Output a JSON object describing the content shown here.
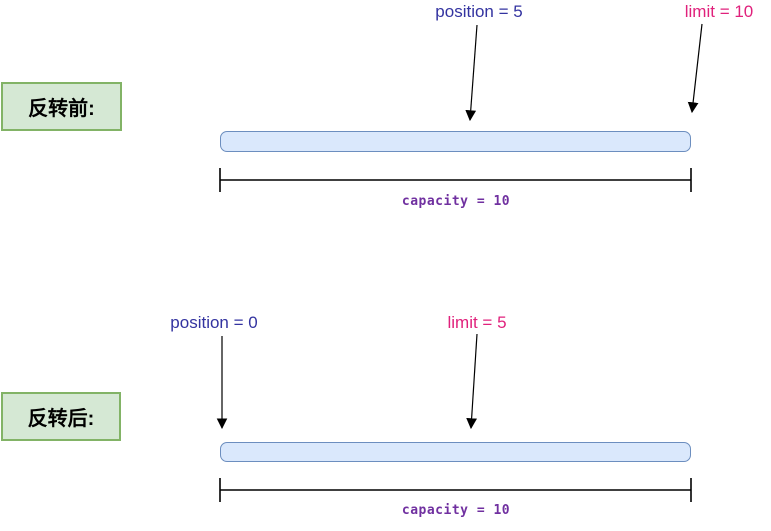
{
  "colors": {
    "background": "#FFFFFF",
    "position_label": "#3333A0",
    "limit_label": "#E0217C",
    "capacity_label": "#7030A0",
    "bar_fill": "#DAE8FC",
    "bar_border": "#6C8EBF",
    "box_fill": "#D5E8D4",
    "box_border": "#82B366",
    "arrow": "#000000"
  },
  "before": {
    "section_label": "反转前:",
    "position_label": "position = 5",
    "limit_label": "limit = 10",
    "capacity_label": "capacity = 10"
  },
  "after": {
    "section_label": "反转后:",
    "position_label": "position = 0",
    "limit_label": "limit = 5",
    "capacity_label": "capacity = 10"
  }
}
